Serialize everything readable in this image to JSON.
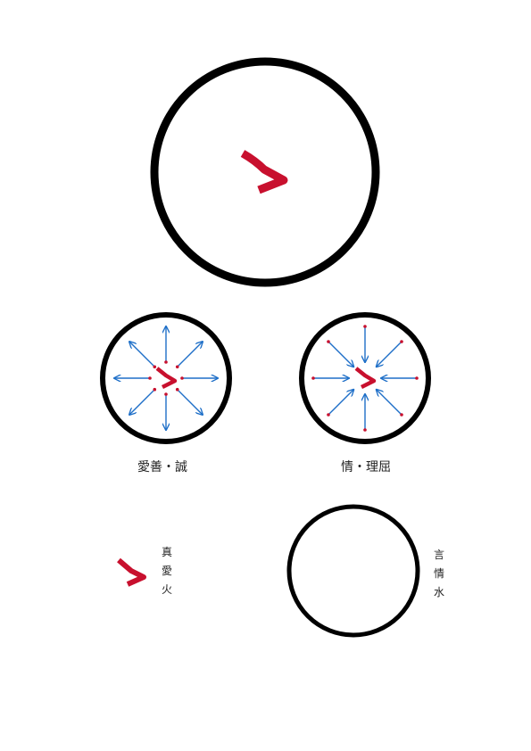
{
  "colors": {
    "ring": "#000000",
    "accent": "#c8102e",
    "arrow": "#1e6fc8",
    "text": "#222222"
  },
  "panels": {
    "outward": {
      "caption": "愛善・誠",
      "arrow_direction": "outward"
    },
    "inward": {
      "caption": "情・理屈",
      "arrow_direction": "inward"
    }
  },
  "pair_left": {
    "chars": [
      "真",
      "愛",
      "火"
    ]
  },
  "pair_right": {
    "chars": [
      "言",
      "情",
      "水"
    ]
  }
}
